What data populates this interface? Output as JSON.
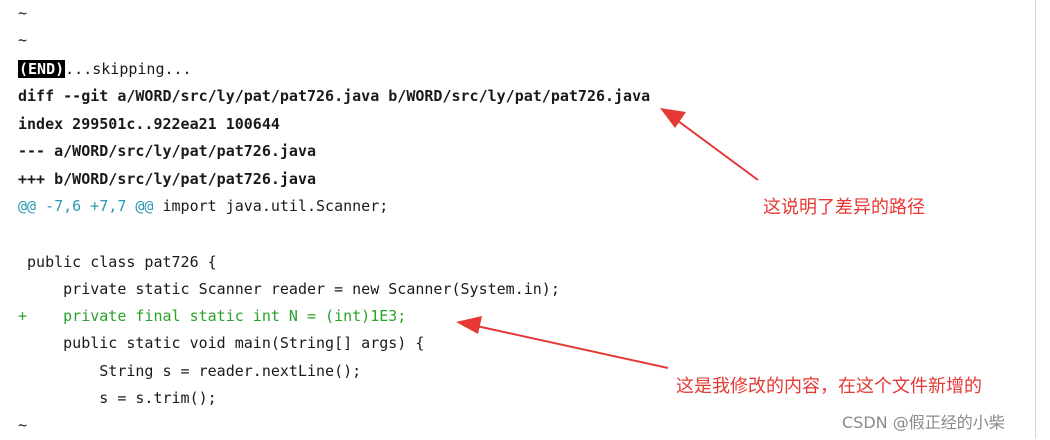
{
  "terminal": {
    "lines": [
      {
        "id": "tilde-1",
        "text": "~"
      },
      {
        "id": "tilde-2",
        "text": "~"
      },
      {
        "id": "end-marker",
        "marker": "(END)",
        "rest": "...skipping..."
      },
      {
        "id": "diff-header",
        "text": "diff --git a/WORD/src/ly/pat/pat726.java b/WORD/src/ly/pat/pat726.java"
      },
      {
        "id": "index-line",
        "text": "index 299501c..922ea21 100644"
      },
      {
        "id": "minus-file",
        "text": "--- a/WORD/src/ly/pat/pat726.java"
      },
      {
        "id": "plus-file",
        "text": "+++ b/WORD/src/ly/pat/pat726.java"
      },
      {
        "id": "hunk-header",
        "hunk": "@@ -7,6 +7,7 @@",
        "rest": " import java.util.Scanner;"
      },
      {
        "id": "blank",
        "text": ""
      },
      {
        "id": "class-decl",
        "text": " public class pat726 {"
      },
      {
        "id": "reader-field",
        "text": "     private static Scanner reader = new Scanner(System.in);"
      },
      {
        "id": "added-line",
        "text": "+    private final static int N = (int)1E3;"
      },
      {
        "id": "main-decl",
        "text": "     public static void main(String[] args) {"
      },
      {
        "id": "string-line",
        "text": "         String s = reader.nextLine();"
      },
      {
        "id": "trim-line",
        "text": "         s = s.trim();"
      },
      {
        "id": "tilde-3",
        "text": "~"
      }
    ]
  },
  "annotations": {
    "path_note": "这说明了差异的路径",
    "change_note": "这是我修改的内容，在这个文件新增的"
  },
  "watermark": "CSDN @假正经的小柴",
  "colors": {
    "added": "#2aa12a",
    "hunk": "#2a9bb0",
    "annotation": "#e53935"
  }
}
